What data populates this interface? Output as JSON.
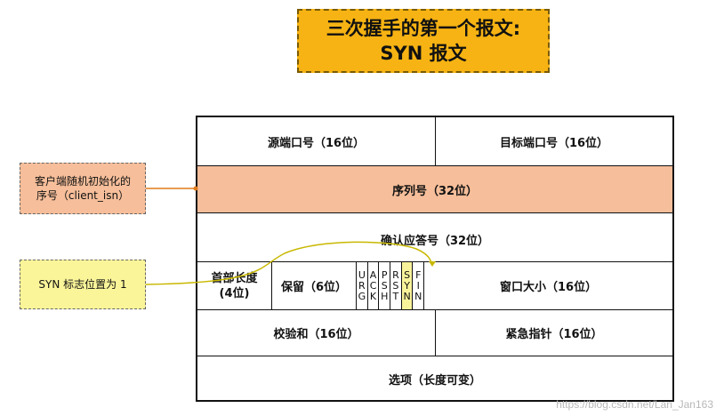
{
  "title": {
    "line1": "三次握手的第一个报文:",
    "line2": "SYN 报文"
  },
  "header": {
    "src_port": "源端口号（16位）",
    "dst_port": "目标端口号（16位）",
    "seq": "序列号（32位）",
    "ack": "确认应答号（32位）",
    "header_len_line1": "首部长度",
    "header_len_line2": "(4位)",
    "reserved": "保留（6位）",
    "flags": [
      {
        "top": "U",
        "mid": "R",
        "bot": "G"
      },
      {
        "top": "A",
        "mid": "C",
        "bot": "K"
      },
      {
        "top": "P",
        "mid": "S",
        "bot": "H"
      },
      {
        "top": "R",
        "mid": "S",
        "bot": "T"
      },
      {
        "top": "S",
        "mid": "Y",
        "bot": "N"
      },
      {
        "top": "F",
        "mid": "I",
        "bot": "N"
      }
    ],
    "window": "窗口大小（16位）",
    "checksum": "校验和（16位）",
    "urgent": "紧急指针（16位）",
    "options": "选项（长度可变）"
  },
  "notes": {
    "client_isn_line1": "客户端随机初始化的",
    "client_isn_line2": "序号（client_isn）",
    "syn_flag": "SYN 标志位置为 1"
  },
  "colors": {
    "title_bg": "#f6b313",
    "seq_bg": "#f6be9a",
    "syn_bg": "#f8f29a",
    "arrow": "#e07b1a",
    "syn_line": "#c8b800"
  },
  "watermark": "https://blog.csdn.net/Lan_Jan163"
}
